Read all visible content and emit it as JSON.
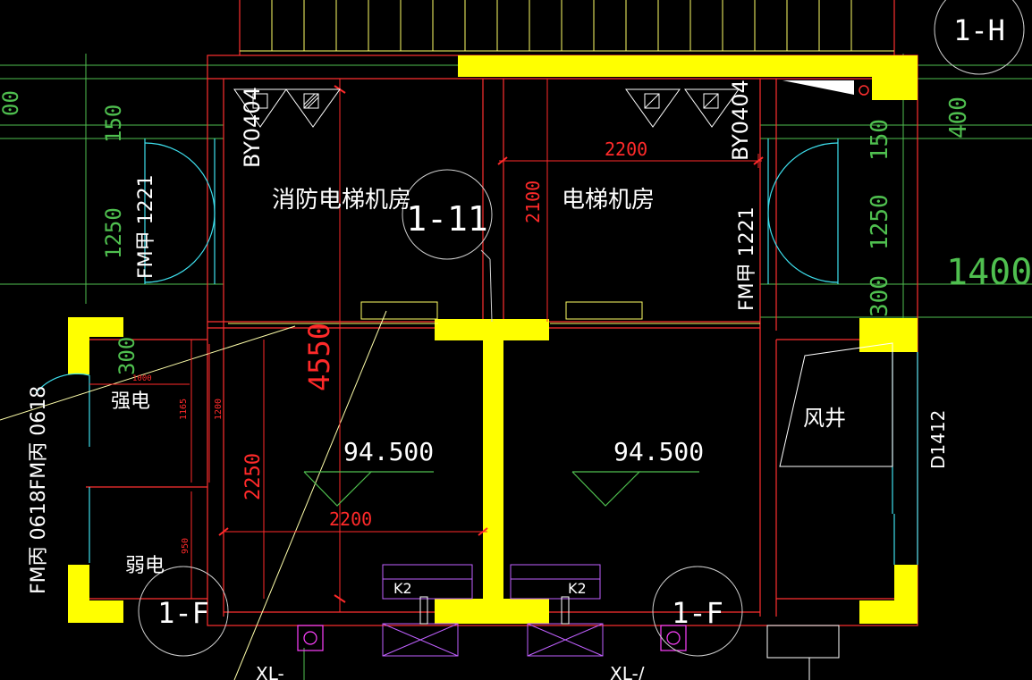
{
  "colors": {
    "background": "#000000",
    "wall": "#ffff00",
    "wall_line": "#ff3030",
    "dimension": "#ff2a2a",
    "axis": "#4fbf4f",
    "door": "#3ee0ee",
    "window": "#ffff66",
    "equipment": "#c060ff",
    "grid_bubble": "#d0d0d0",
    "text": "#ffffff"
  },
  "rooms": {
    "fire_elevator_room": "消防电梯机房",
    "elevator_room": "电梯机房",
    "strong_power": "强电",
    "weak_power": "弱电",
    "air_shaft": "风井"
  },
  "doors": {
    "left": "FM甲 1221",
    "right": "FM甲 1221",
    "shaft_left": "FM丙 0618FM丙 0618",
    "shaft_right": "D1412"
  },
  "vents": {
    "left": "BY0404",
    "right": "BY0404"
  },
  "grid_bubbles": {
    "center": "1-11",
    "top_right": "1-H",
    "bottom_left": "1-F",
    "bottom_mid": "1-F"
  },
  "elevations": {
    "left": "94.500",
    "right": "94.500"
  },
  "dimensions": {
    "top_width": "2200",
    "depth": "2100",
    "shaft_width": "2200",
    "shaft_depth": "2250",
    "overall": "4550",
    "left_150": "150",
    "left_1250": "1250",
    "left_300": "300",
    "right_400": "400",
    "right_150": "150",
    "right_1250": "1250",
    "right_300": "300",
    "right_1400": "1400",
    "small_1000": "1000",
    "small_1165": "1165",
    "small_1200": "1200",
    "small_950": "950"
  },
  "equipment": {
    "left": "K2",
    "right": "K2"
  },
  "misc": {
    "edge_left": "00",
    "edge_bottom_left": "XL-",
    "edge_bottom_right": "XL-/"
  }
}
